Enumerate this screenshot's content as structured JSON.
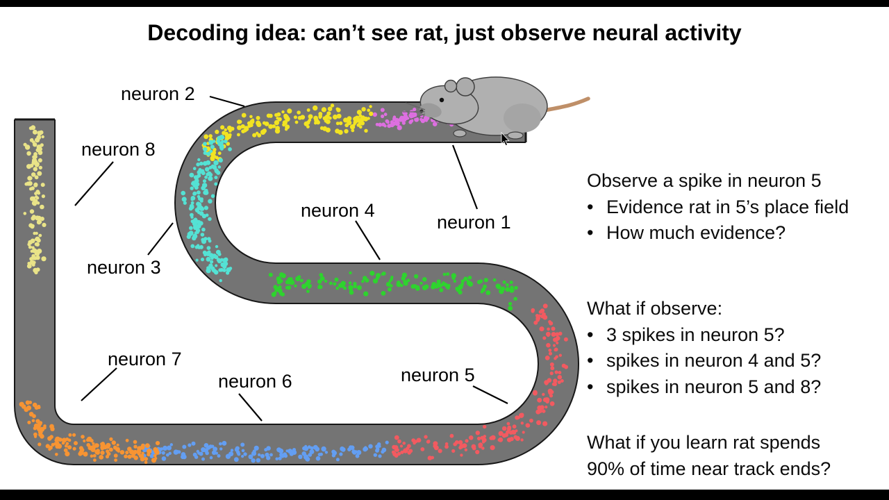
{
  "title": "Decoding idea: can’t see rat, just observe neural activity",
  "ui": {
    "bullet": "•"
  },
  "colors": {
    "background": "#ffffff",
    "letterbox": "#000000",
    "track": "#747474",
    "track_outline": "#171717",
    "rat_body": "#b0b0b0",
    "rat_tail": "#bf8f68"
  },
  "neurons": [
    {
      "id": 1,
      "label": "neuron 1",
      "color": "#dd6fe0",
      "field_location": "top straight, right portion"
    },
    {
      "id": 2,
      "label": "neuron 2",
      "color": "#f2e322",
      "field_location": "top straight, left portion"
    },
    {
      "id": 3,
      "label": "neuron 3",
      "color": "#54e2d4",
      "field_location": "upper-left U-turn"
    },
    {
      "id": 4,
      "label": "neuron 4",
      "color": "#2ed32e",
      "field_location": "middle straight"
    },
    {
      "id": 5,
      "label": "neuron 5",
      "color": "#f25a60",
      "field_location": "lower-right U-turn"
    },
    {
      "id": 6,
      "label": "neuron 6",
      "color": "#639ef2",
      "field_location": "bottom straight, middle"
    },
    {
      "id": 7,
      "label": "neuron 7",
      "color": "#f79433",
      "field_location": "bottom-left corner"
    },
    {
      "id": 8,
      "label": "neuron 8",
      "color": "#e9e388",
      "field_location": "left straight, top portion"
    }
  ],
  "right_panel": {
    "block1": {
      "heading": "Observe a spike in neuron 5",
      "bullets": [
        "Evidence rat in 5’s place field",
        "How much evidence?"
      ]
    },
    "block2": {
      "heading": "What if observe:",
      "bullets": [
        "3 spikes in neuron 5?",
        "spikes in neuron 4 and 5?",
        "spikes in neuron 5 and 8?"
      ]
    },
    "block3": {
      "lines": [
        "What if you learn rat spends",
        "90% of time near track ends?"
      ]
    }
  }
}
